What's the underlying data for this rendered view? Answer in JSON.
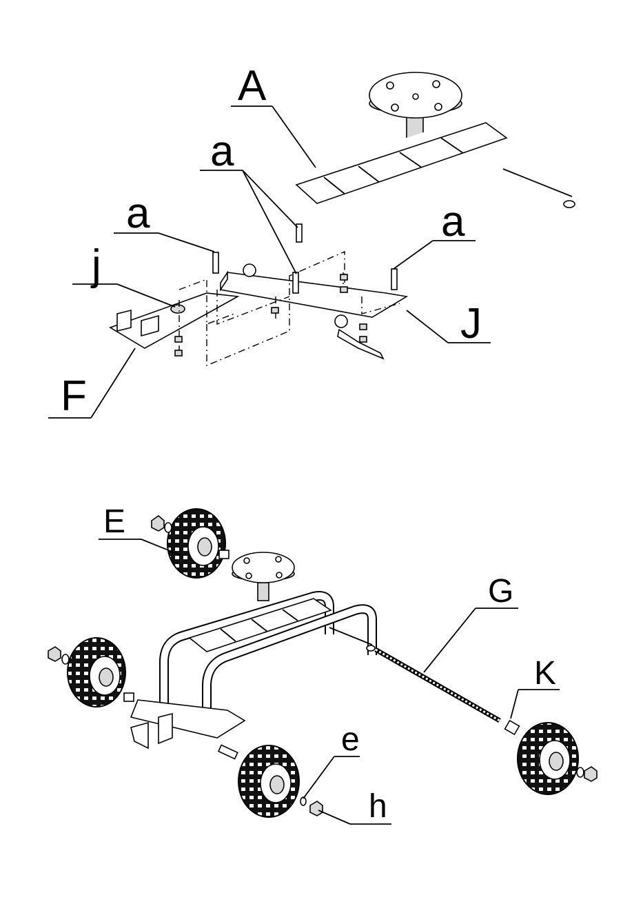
{
  "diagram": {
    "top_labels": {
      "A": "A",
      "a_center": "a",
      "a_left": "a",
      "a_right": "a",
      "j": "j",
      "J": "J",
      "F": "F"
    },
    "bottom_labels": {
      "E": "E",
      "G": "G",
      "K": "K",
      "e": "e",
      "h": "h"
    }
  }
}
